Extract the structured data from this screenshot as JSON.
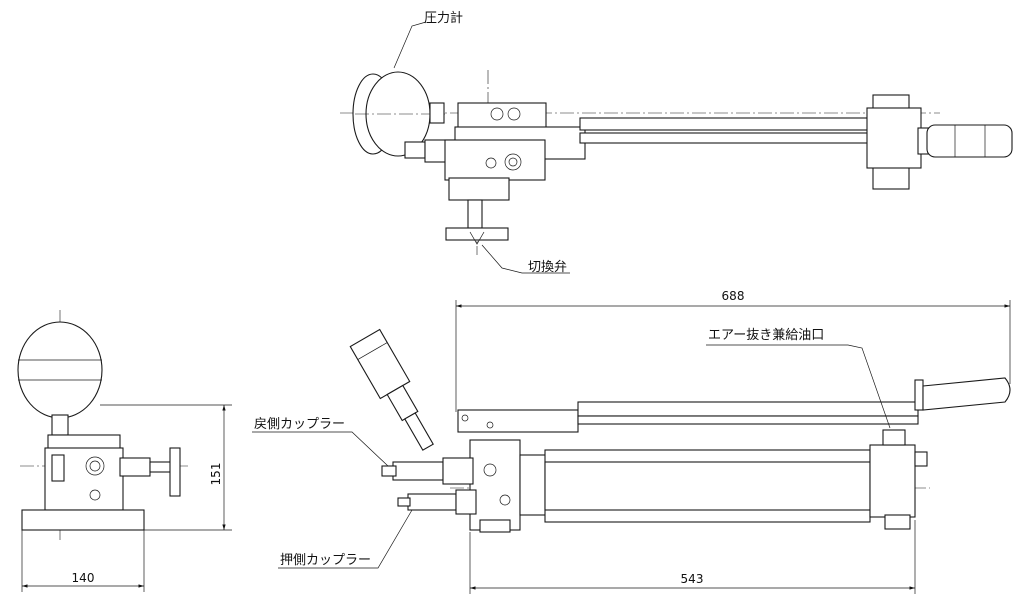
{
  "labels": {
    "pressure_gauge": "圧力計",
    "switch_valve": "切換弁",
    "air_vent_oil_port": "エアー抜き兼給油口",
    "return_coupler": "戻側カップラー",
    "push_coupler": "押側カップラー"
  },
  "dimensions": {
    "overall_length": "688",
    "body_length": "543",
    "width": "140",
    "height": "151"
  }
}
